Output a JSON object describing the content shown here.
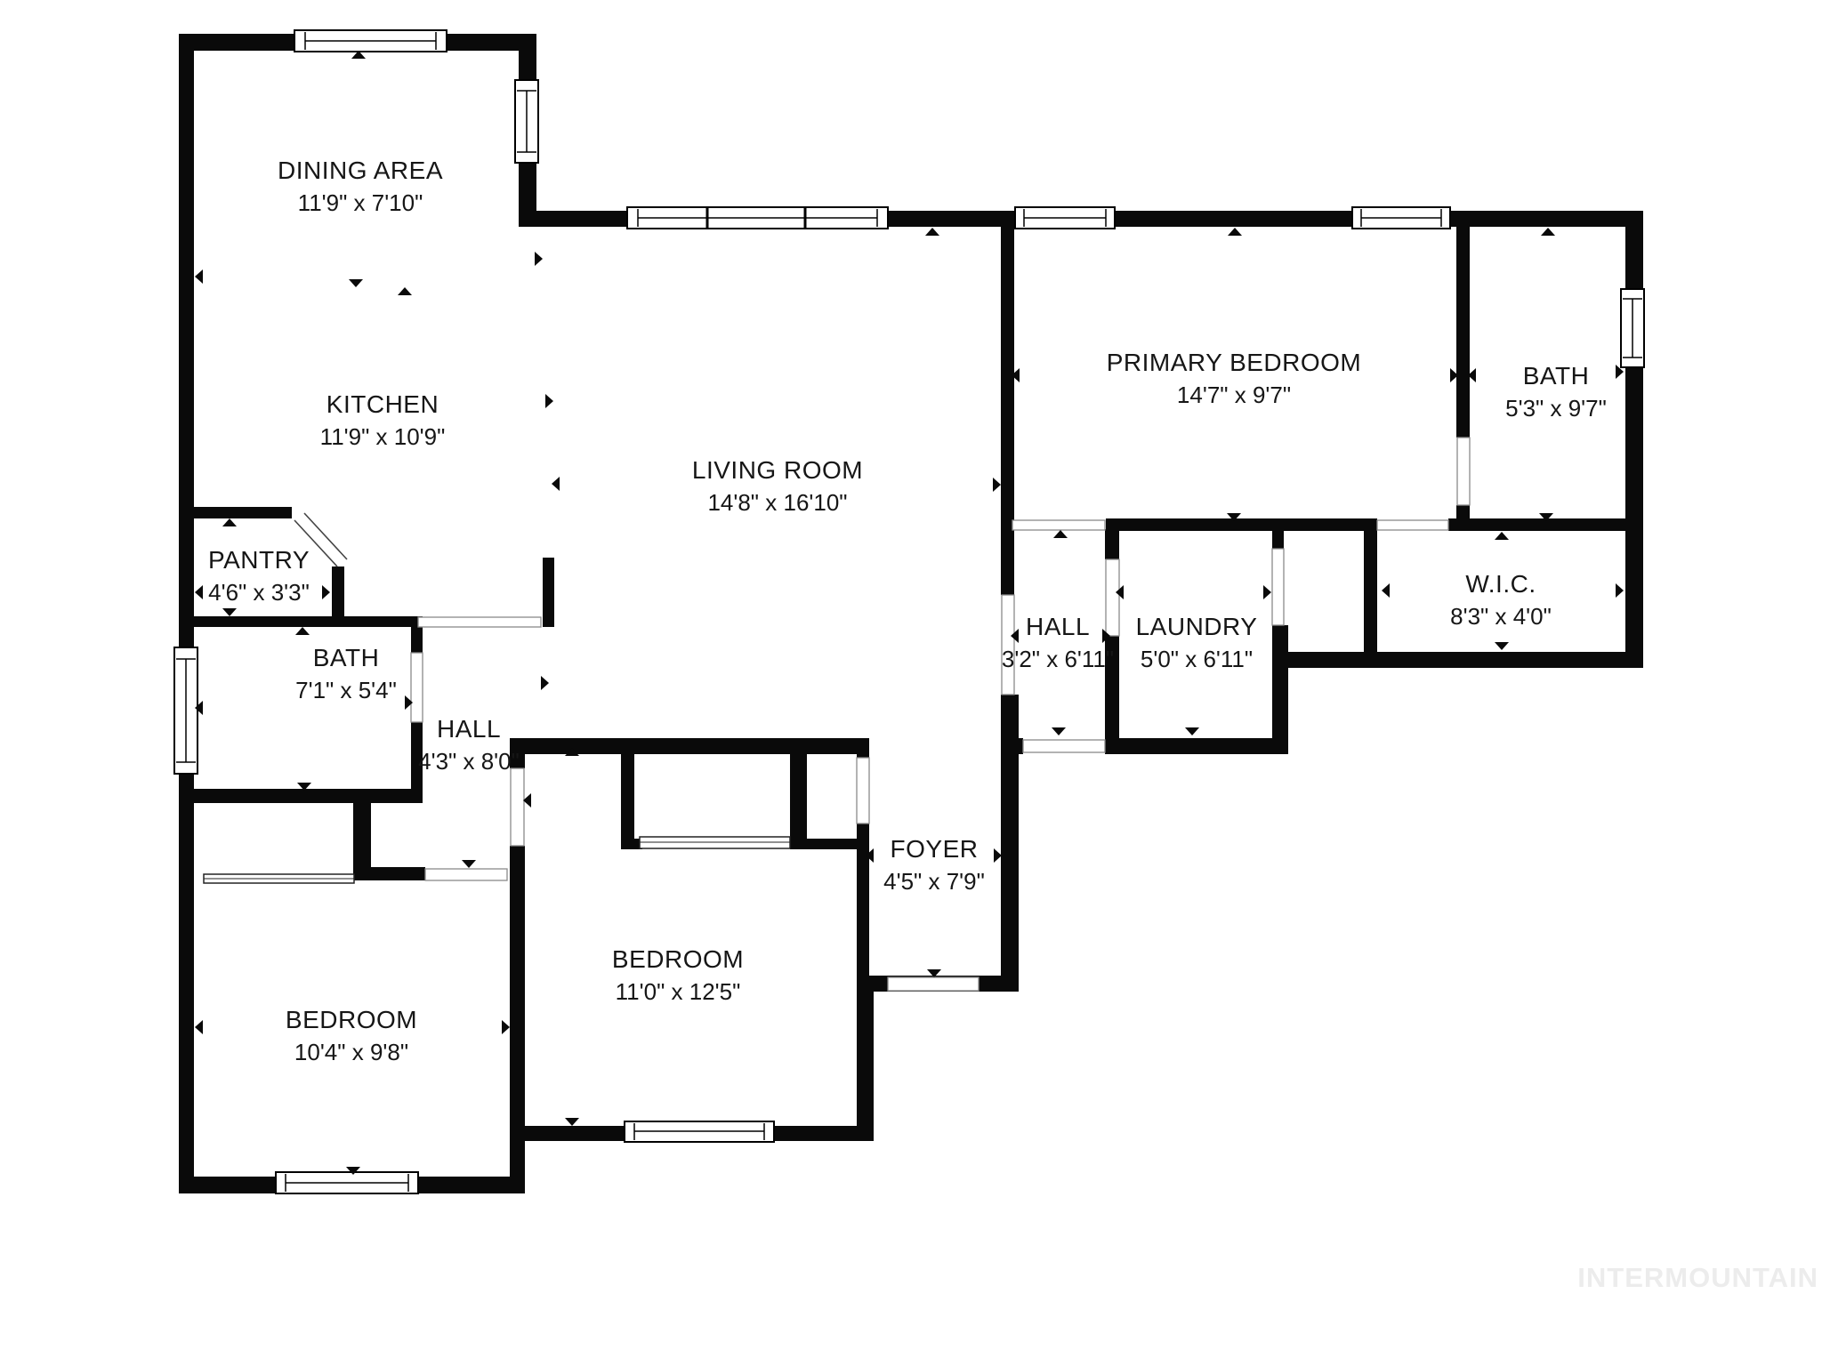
{
  "floor_plan": {
    "watermark": "INTERMOUNTAIN",
    "colors": {
      "wall": "#0a0a0a",
      "background": "#ffffff",
      "label_text": "#161616",
      "watermark_text": "#ececec"
    },
    "rooms": [
      {
        "name": "DINING AREA",
        "dims": "11'9\" x 7'10\""
      },
      {
        "name": "KITCHEN",
        "dims": "11'9\" x 10'9\""
      },
      {
        "name": "PANTRY",
        "dims": "4'6\" x 3'3\""
      },
      {
        "name": "BATH",
        "dims": "7'1\" x 5'4\""
      },
      {
        "name": "HALL",
        "dims": "4'3\" x 8'0\""
      },
      {
        "name": "LIVING ROOM",
        "dims": "14'8\" x 16'10\""
      },
      {
        "name": "PRIMARY BEDROOM",
        "dims": "14'7\" x 9'7\""
      },
      {
        "name": "BATH",
        "dims": "5'3\" x 9'7\""
      },
      {
        "name": "HALL",
        "dims": "3'2\" x 6'11\""
      },
      {
        "name": "LAUNDRY",
        "dims": "5'0\" x 6'11\""
      },
      {
        "name": "W.I.C.",
        "dims": "8'3\" x 4'0\""
      },
      {
        "name": "FOYER",
        "dims": "4'5\" x 7'9\""
      },
      {
        "name": "BEDROOM",
        "dims": "11'0\" x 12'5\""
      },
      {
        "name": "BEDROOM",
        "dims": "10'4\" x 9'8\""
      }
    ]
  }
}
